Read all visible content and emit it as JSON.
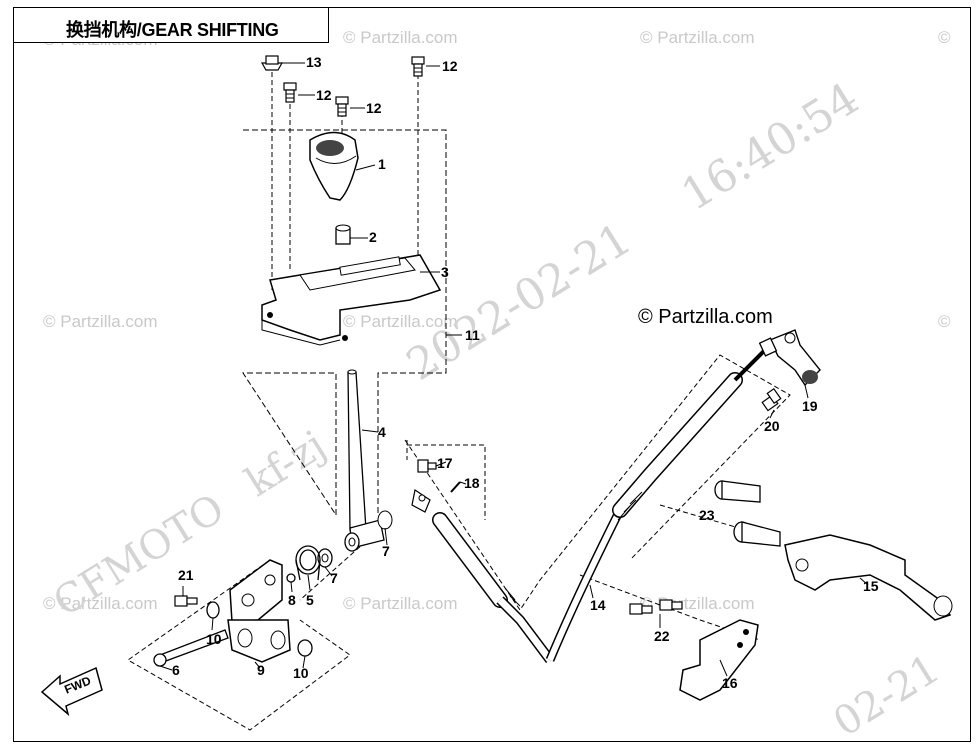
{
  "title": "换挡机构/GEAR SHIFTING",
  "copyright": "© Partzilla.com",
  "watermark": {
    "site": "© Partzilla.com",
    "edge": "©",
    "date": "2022-02-21",
    "time": "16:40:54",
    "code": "kf-zj",
    "brand": "CFMOTO",
    "corner": "02-21"
  },
  "callouts": [
    "1",
    "2",
    "3",
    "4",
    "5",
    "6",
    "7",
    "7",
    "8",
    "9",
    "10",
    "10",
    "11",
    "12",
    "12",
    "12",
    "13",
    "14",
    "15",
    "16",
    "17",
    "18",
    "19",
    "20",
    "21",
    "22",
    "23"
  ],
  "fwd_label": "FWD"
}
